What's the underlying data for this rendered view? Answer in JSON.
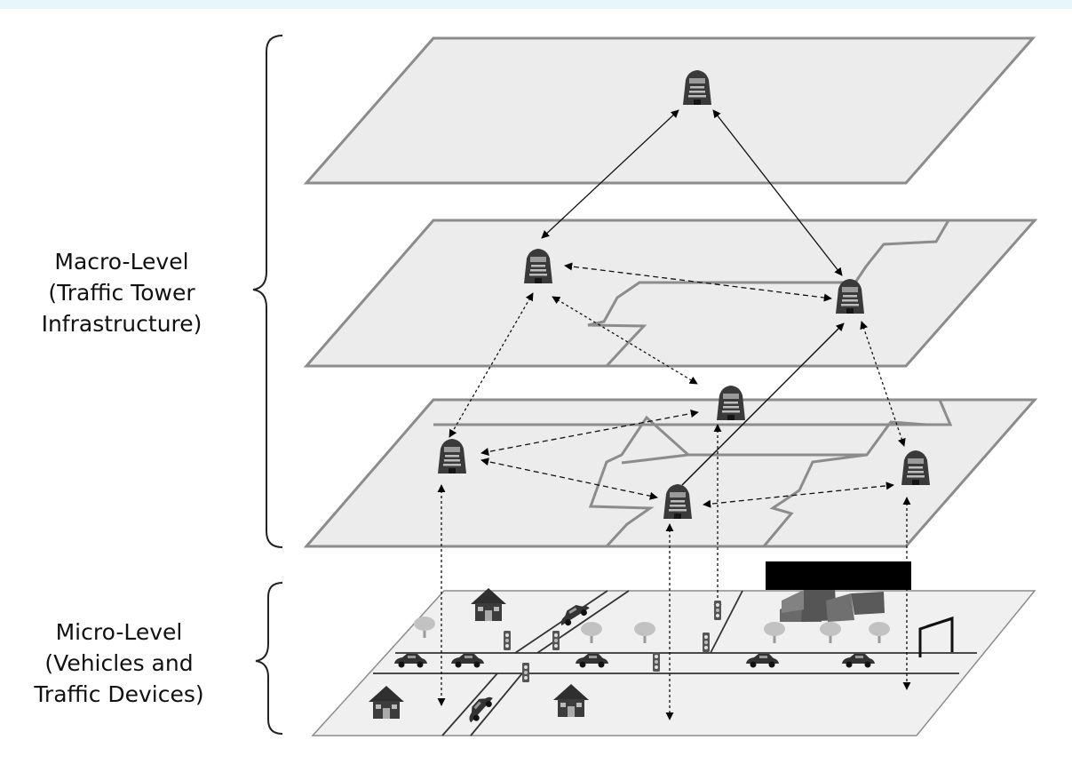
{
  "labels": {
    "macro": [
      "Macro-Level",
      "(Traffic Tower",
      "Infrastructure)"
    ],
    "micro": [
      "Micro-Level",
      "(Vehicles and",
      "Traffic Devices)"
    ]
  },
  "colors": {
    "plane_fill": "#ececec",
    "plane_stroke": "#8c8c8c",
    "ground_fill": "#f0f0f0",
    "tower": "#3a3a3a",
    "redaction": "#000000"
  },
  "layers": [
    {
      "id": "layer-top",
      "towers": 1
    },
    {
      "id": "layer-middle",
      "towers": 2
    },
    {
      "id": "layer-bottom",
      "towers": 4
    },
    {
      "id": "layer-ground",
      "houses": 3,
      "vehicles": 7,
      "traffic_lights": 6,
      "trees": 6
    }
  ],
  "icons": [
    "traffic-tower-icon",
    "house-icon",
    "vehicle-icon",
    "traffic-light-icon",
    "tree-icon",
    "building-cluster-icon",
    "gate-icon"
  ]
}
